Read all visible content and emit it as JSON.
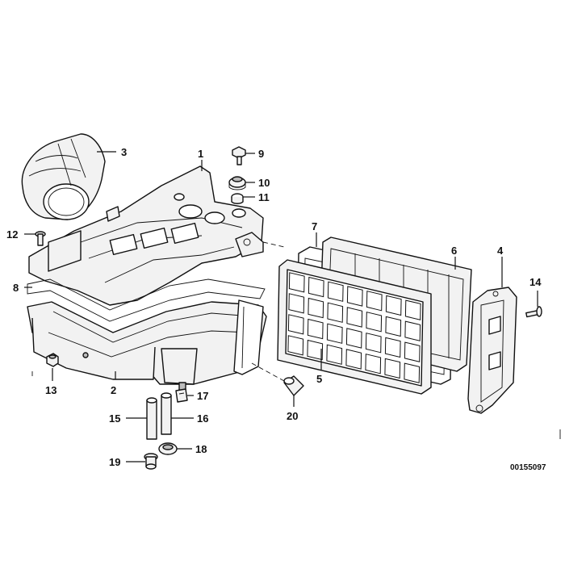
{
  "drawing": {
    "id": "00155097"
  },
  "callouts": [
    {
      "label": "1"
    },
    {
      "label": "2"
    },
    {
      "label": "3"
    },
    {
      "label": "4"
    },
    {
      "label": "5"
    },
    {
      "label": "6"
    },
    {
      "label": "7"
    },
    {
      "label": "8"
    },
    {
      "label": "9"
    },
    {
      "label": "10"
    },
    {
      "label": "11"
    },
    {
      "label": "12"
    },
    {
      "label": "13"
    },
    {
      "label": "14"
    },
    {
      "label": "15"
    },
    {
      "label": "16"
    },
    {
      "label": "17"
    },
    {
      "label": "18"
    },
    {
      "label": "19"
    },
    {
      "label": "20"
    }
  ]
}
